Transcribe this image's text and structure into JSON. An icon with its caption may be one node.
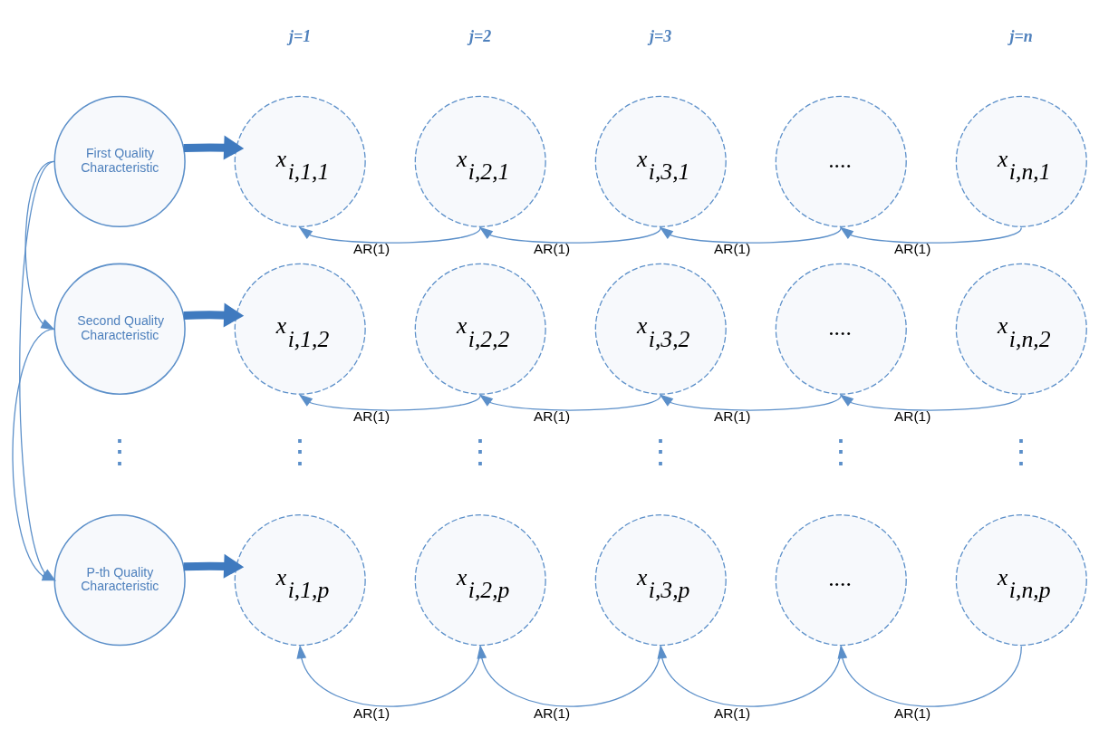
{
  "diagram": {
    "nodes": [
      {
        "text": [
          "First Quality Characteristic"
        ]
      },
      {
        "text": [
          "x$_{i,1,1}$"
        ]
      },
      {
        "text": [
          "x$_{i,2,1}$"
        ]
      },
      {
        "text": [
          "x$_{i,3,1}$"
        ]
      },
      {
        "text": [
          "...."
        ]
      },
      {
        "text": [
          "x$_{i,n,1}$"
        ]
      },
      {
        "text": [
          "Second Quality Characteristic"
        ]
      },
      {
        "text": [
          "x$_{i,1,2}$"
        ]
      },
      {
        "text": [
          "x$_{i,2,2}$"
        ]
      },
      {
        "text": [
          "x$_{i,3,2}$"
        ]
      },
      {
        "text": [
          "...."
        ]
      },
      {
        "text": [
          "x$_{i,n,2}$"
        ]
      },
      {
        "text": [
          "P-th Quality Characteristic"
        ]
      },
      {
        "text": [
          "x$_{i,1,p}$"
        ]
      },
      {
        "text": [
          "x$_{i,2,p}$"
        ]
      },
      {
        "text": [
          "x$_{i,3,p}$"
        ]
      },
      {
        "text": [
          "...."
        ]
      },
      {
        "text": [
          "x$_{i,n,p}$"
        ]
      }
    ],
    "edges": [
      {
        "from": 0,
        "to": 1,
        "arrow": "to",
        "style": "thick"
      },
      {
        "from": 2,
        "to": 1,
        "arrow": "to",
        "label": "AR(1)"
      },
      {
        "from": 3,
        "to": 2,
        "arrow": "to",
        "label": "AR(1)"
      },
      {
        "from": 4,
        "to": 3,
        "arrow": "to",
        "label": "AR(1)"
      },
      {
        "from": 5,
        "to": 4,
        "arrow": "to",
        "label": "AR(1)"
      },
      {
        "from": 0,
        "to": 6,
        "arrow": "to"
      },
      {
        "from": 0,
        "to": 12,
        "arrow": "to"
      },
      {
        "from": 6,
        "to": 7,
        "arrow": "to",
        "style": "thick"
      },
      {
        "from": 8,
        "to": 7,
        "arrow": "to",
        "label": "AR(1)"
      },
      {
        "from": 9,
        "to": 8,
        "arrow": "to",
        "label": "AR(1)"
      },
      {
        "from": 10,
        "to": 9,
        "arrow": "to",
        "label": "AR(1)"
      },
      {
        "from": 11,
        "to": 10,
        "arrow": "to",
        "label": "AR(1)"
      },
      {
        "from": 6,
        "to": 12,
        "arrow": "to"
      },
      {
        "from": 12,
        "to": 13,
        "arrow": "to",
        "style": "thick"
      },
      {
        "from": 14,
        "to": 13,
        "arrow": "to",
        "label": "AR(1)"
      },
      {
        "from": 15,
        "to": 14,
        "arrow": "to",
        "label": "AR(1)"
      },
      {
        "from": 16,
        "to": 15,
        "arrow": "to",
        "label": "AR(1)"
      },
      {
        "from": 17,
        "to": 16,
        "arrow": "to",
        "label": "AR(1)"
      }
    ],
    "labels": [
      "j=1",
      "j=2",
      "j=3",
      "j=n",
      "⋮",
      "⋮",
      "⋮",
      "⋮",
      "⋮",
      "⋮"
    ]
  }
}
